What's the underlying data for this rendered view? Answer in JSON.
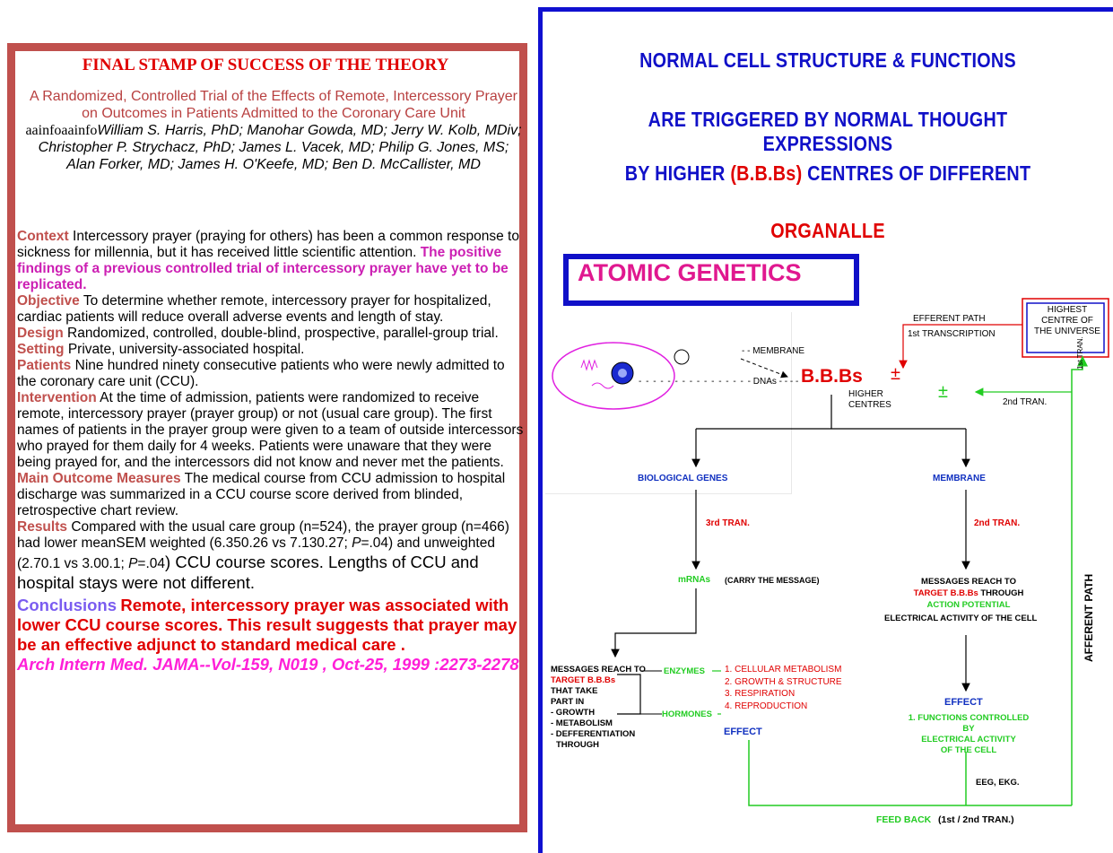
{
  "left": {
    "title": "FINAL STAMP OF SUCCESS OF THE THEORY",
    "study_title": "A Randomized, Controlled Trial of the Effects of Remote, Intercessory Prayer on Outcomes in Patients Admitted to the Coronary Care Unit",
    "authors_prefix": "aainfoaainfo",
    "authors": "William S. Harris, PhD; Manohar Gowda, MD; Jerry W. Kolb, MDiv; Christopher P. Strychacz, PhD; James L. Vacek, MD; Philip G. Jones, MS; Alan Forker, MD; James H. O'Keefe, MD; Ben D. McCallister, MD",
    "context_label": "Context",
    "context_text": "Intercessory prayer (praying for others) has been a common response to sickness for millennia, but it has received little scientific attention.",
    "context_highlight": "The positive findings of a previous controlled trial of intercessory prayer have yet to be replicated.",
    "objective_label": "Objective",
    "objective_text": "To determine whether remote, intercessory prayer for hospitalized, cardiac patients will reduce overall adverse events and length of stay.",
    "design_label": "Design",
    "design_text": "Randomized, controlled, double-blind, prospective, parallel-group trial.",
    "setting_label": "Setting",
    "setting_text": "Private, university-associated hospital.",
    "patients_label": "Patients",
    "patients_text": "Nine hundred ninety consecutive patients who were newly admitted to the coronary care unit (CCU).",
    "intervention_label": "Intervention",
    "intervention_text": "At the time of admission, patients were randomized to receive remote, intercessory prayer (prayer group) or not (usual care group). The first names of patients in the prayer group were given to a team of outside intercessors who prayed for them daily for 4 weeks. Patients were unaware that they were being prayed for, and the intercessors did not know and never met the patients.",
    "outcome_label": "Main Outcome Measures",
    "outcome_text": "The medical course from CCU admission to hospital discharge was summarized in a CCU course score derived from blinded, retrospective chart review.",
    "results_label": "Results",
    "results_text_1": "Compared with the usual care group (n=524), the prayer group (n=466) had lower meanSEM weighted (6.350.26 vs 7.130.27; ",
    "results_p1": "P",
    "results_text_2": "=.04) and unweighted (2.70.1 vs 3.00.1; ",
    "results_p2": "P",
    "results_text_3": "=.04",
    "results_text_4": ") CCU course scores. Lengths of CCU and hospital stays were not different.",
    "conclusions_label": "Conclusions",
    "conclusions_text": "Remote, intercessory prayer was associated with lower CCU course scores. This result suggests that prayer may be an effective adjunct to standard medical care .",
    "citation": "Arch Intern Med. JAMA--Vol-159, N019 , Oct-25, 1999 :2273-2278"
  },
  "right": {
    "heading_1": "NORMAL CELL STRUCTURE & FUNCTIONS",
    "heading_2": "ARE TRIGGERED BY NORMAL THOUGHT EXPRESSIONS",
    "heading_3_pre": "BY HIGHER ",
    "heading_3_red": "(B.B.Bs)",
    "heading_3_post": " CENTRES OF DIFFERENT",
    "heading_4": "ORGANALLE",
    "box_label": "ATOMIC GENETICS"
  },
  "diagram": {
    "membrane_arrow": "- - MEMBRANE",
    "dnas_arrow": "- DNAs - - - -",
    "bbbs": "B.B.Bs",
    "pm1": "±",
    "pm2": "±",
    "higher_centres": "HIGHER\nCENTRES",
    "efferent_path": "EFFERENT PATH",
    "first_transcription": "1st TRANSCRIPTION",
    "highest_centre": "HIGHEST\nCENTRE OF\nTHE UNIVERSE",
    "first_tran_vertical": "1st TRAN.",
    "second_tran_top": "2nd TRAN.",
    "biological_genes": "BIOLOGICAL GENES",
    "membrane": "MEMBRANE",
    "third_tran": "3rd TRAN.",
    "second_tran_right": "2nd TRAN.",
    "mrnas": "mRNAs",
    "carry_message": "(CARRY THE MESSAGE)",
    "messages_right_1": "MESSAGES REACH TO",
    "messages_right_2_red": "TARGET B.B.Bs",
    "messages_right_2_post": " THROUGH",
    "messages_right_3": "ACTION POTENTIAL",
    "messages_right_4": "ELECTRICAL ACTIVITY OF THE CELL",
    "messages_left_1": "MESSAGES REACH TO",
    "messages_left_2": "TARGET B.B.Bs",
    "messages_left_3": "THAT TAKE",
    "messages_left_4": "PART IN",
    "messages_left_5": "- GROWTH",
    "messages_left_6": "- METABOLISM",
    "messages_left_7": "- DEFFERENTIATION",
    "messages_left_8": "THROUGH",
    "enzymes": "ENZYMES",
    "hormones": "HORMONES",
    "list_1": "1. CELLULAR METABOLISM",
    "list_2": "2. GROWTH & STRUCTURE",
    "list_3": "3. RESPIRATION",
    "list_4": "4. REPRODUCTION",
    "effect_left": "EFFECT",
    "effect_right": "EFFECT",
    "functions_1": "1. FUNCTIONS CONTROLLED BY",
    "functions_2": "ELECTRICAL ACTIVITY",
    "functions_3": "OF THE CELL",
    "eeg": "EEG, EKG.",
    "feed_back": "FEED BACK",
    "feed_back_tran": "(1st / 2nd TRAN.)",
    "afferent_path": "AFFERENT PATH"
  },
  "colors": {
    "frame_red": "#c0504d",
    "heading_blue": "#1010c8",
    "accent_red": "#e00000",
    "green": "#22cc22",
    "magenta": "#e0188f"
  }
}
